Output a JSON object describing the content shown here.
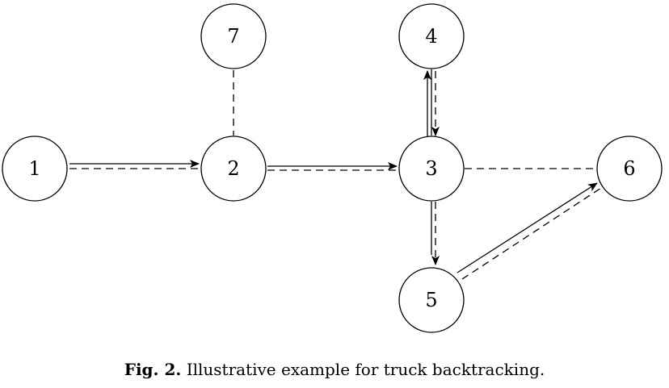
{
  "figure": {
    "caption_label": "Fig. 2.",
    "caption_text": "Illustrative example for truck backtracking."
  },
  "nodes": [
    {
      "id": "1",
      "label": "1"
    },
    {
      "id": "2",
      "label": "2"
    },
    {
      "id": "3",
      "label": "3"
    },
    {
      "id": "4",
      "label": "4"
    },
    {
      "id": "5",
      "label": "5"
    },
    {
      "id": "6",
      "label": "6"
    },
    {
      "id": "7",
      "label": "7"
    }
  ],
  "edges": [
    {
      "from": "1",
      "to": "2",
      "style": "solid+dashed",
      "arrow": "to"
    },
    {
      "from": "2",
      "to": "3",
      "style": "solid+dashed",
      "arrow": "to"
    },
    {
      "from": "3",
      "to": "4",
      "style": "solid",
      "arrow": "to"
    },
    {
      "from": "4",
      "to": "3",
      "style": "dashed",
      "arrow": "to"
    },
    {
      "from": "3",
      "to": "5",
      "style": "solid+dashed",
      "arrow": "to"
    },
    {
      "from": "5",
      "to": "6",
      "style": "solid+dashed",
      "arrow": "to"
    },
    {
      "from": "2",
      "to": "7",
      "style": "dashed",
      "arrow": "none"
    },
    {
      "from": "3",
      "to": "6",
      "style": "dashed",
      "arrow": "none"
    }
  ]
}
